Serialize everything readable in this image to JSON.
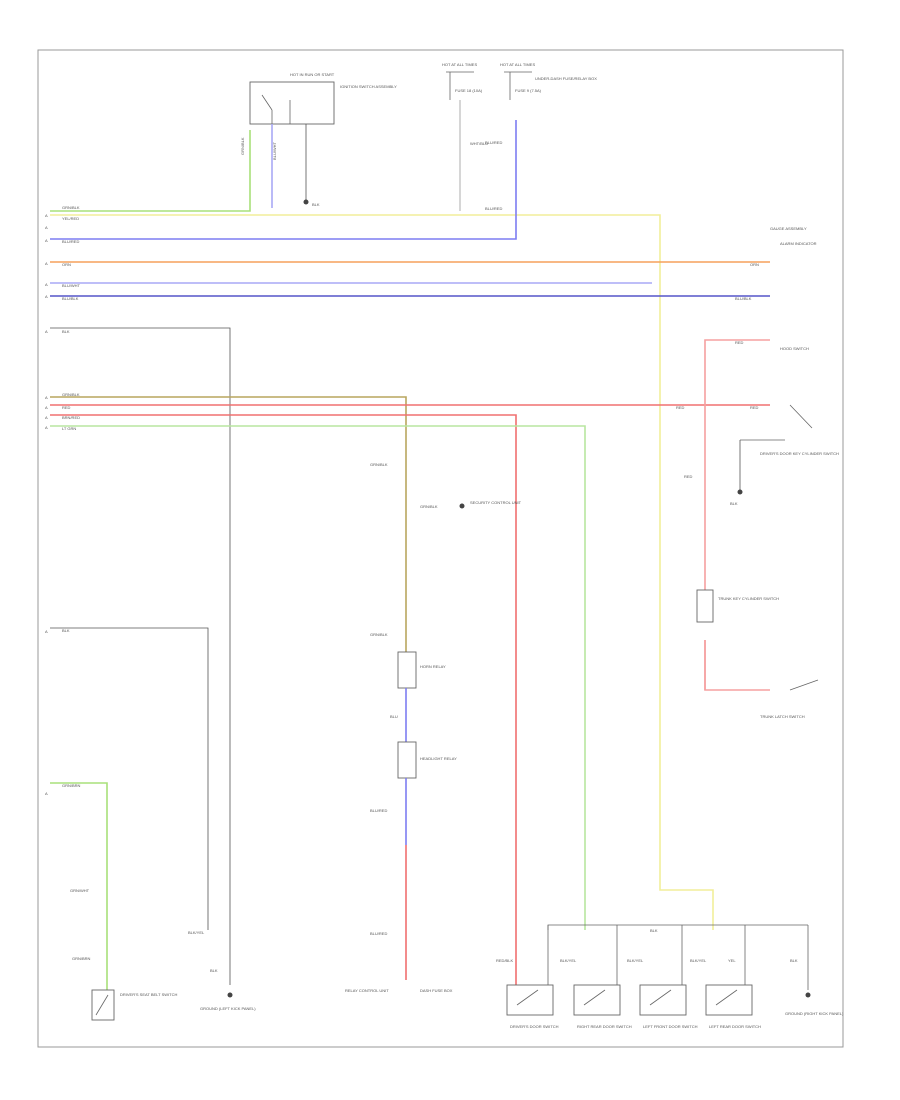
{
  "diagram": {
    "page_code": "",
    "colors": {
      "green": "#a8e07a",
      "yellow": "#f2ee9a",
      "blue": "#7d7df2",
      "orange": "#f5a05c",
      "lightblue": "#a8a8f5",
      "darkblue": "#5555c8",
      "gray": "#999999",
      "olive": "#b9a65f",
      "red": "#f07070",
      "pink": "#f5a0a0",
      "lightgreen": "#b8e6a0",
      "black": "#555555"
    },
    "connector_letters": [
      "A",
      "A",
      "A",
      "A",
      "A",
      "A",
      "A",
      "A",
      "A",
      "A",
      "A",
      "A",
      "A"
    ],
    "top_switch": {
      "title": "HOT IN RUN OR START",
      "name": "IGNITION SWITCH ASSEMBLY",
      "wire1": "GRN/BLK",
      "wire2": "BLU/WHT",
      "wire3": "BLK"
    },
    "fuse_box": {
      "hot1": "HOT AT ALL TIMES",
      "hot2": "HOT AT ALL TIMES",
      "name": "UNDER-DASH FUSE/RELAY BOX",
      "fuse1": "FUSE 18 (10A)",
      "fuse2": "FUSE 9 (7.5A)",
      "wire1": "WHT/BLU",
      "wire2": "BLU/RED",
      "wire2b": "BLU/RED"
    },
    "bus_labels": {
      "w1": "GRN/BLK",
      "w2": "YEL/RED",
      "w3": "BLU/RED",
      "w4": "ORN",
      "w5": "BLU/WHT",
      "w6": "BLU/BLK",
      "w7": "BLK",
      "w8": "GRN/BLK",
      "w9": "RED",
      "w10": "BRN/RED",
      "w11": "LT GRN",
      "w12": "BLK",
      "w13": "GRN/BRN"
    },
    "right_side": {
      "gauge_title": "GAUGE ASSEMBLY",
      "gauge_sub": "ALARM INDICATOR",
      "orn": "ORN",
      "blu_blk": "BLU/BLK",
      "red": "RED",
      "red2": "RED",
      "red3": "RED",
      "red4": "RED",
      "sensor_name": "HOOD SWITCH",
      "door_switch": "DRIVER'S DOOR KEY CYLINDER SWITCH",
      "blk": "BLK",
      "trunk_switch": "TRUNK KEY CYLINDER SWITCH",
      "trunk_latch": "TRUNK LATCH SWITCH"
    },
    "middle": {
      "grn_blk_a": "GRN/BLK",
      "grn_blk_b": "GRN/BLK",
      "grn_blk_c": "GRN/BLK",
      "to_name": "SECURITY CONTROL UNIT",
      "relay1": "HORN RELAY",
      "blu_wht": "BLU",
      "relay2": "HEADLIGHT RELAY",
      "blu_red": "BLU/RED",
      "bl_red2": "BLU/RED",
      "gnd_left_name": "RELAY CONTROL UNIT",
      "gnd_right_name": "DASH FUSE BOX"
    },
    "left_side": {
      "blk_label": "BLK",
      "grn_wht": "GRN/WHT",
      "grn_brn": "GRN/BRN",
      "brake": "DRIVER'S SEAT BELT SWITCH",
      "blk_yel": "BLK/YEL",
      "blk2": "BLK",
      "gnd_name": "GROUND (LEFT KICK PANEL)"
    },
    "door_switches": {
      "bus_label": "BLK",
      "wires": [
        "RED/BLK",
        "BLK/YEL",
        "BLK/YEL",
        "BLK/YEL",
        "YEL",
        "BLK"
      ],
      "names": [
        "DRIVER'S DOOR SWITCH",
        "RIGHT REAR DOOR SWITCH",
        "LEFT FRONT DOOR SWITCH",
        "LEFT REAR DOOR SWITCH"
      ],
      "gnd_name": "GROUND (RIGHT KICK PANEL)"
    }
  }
}
